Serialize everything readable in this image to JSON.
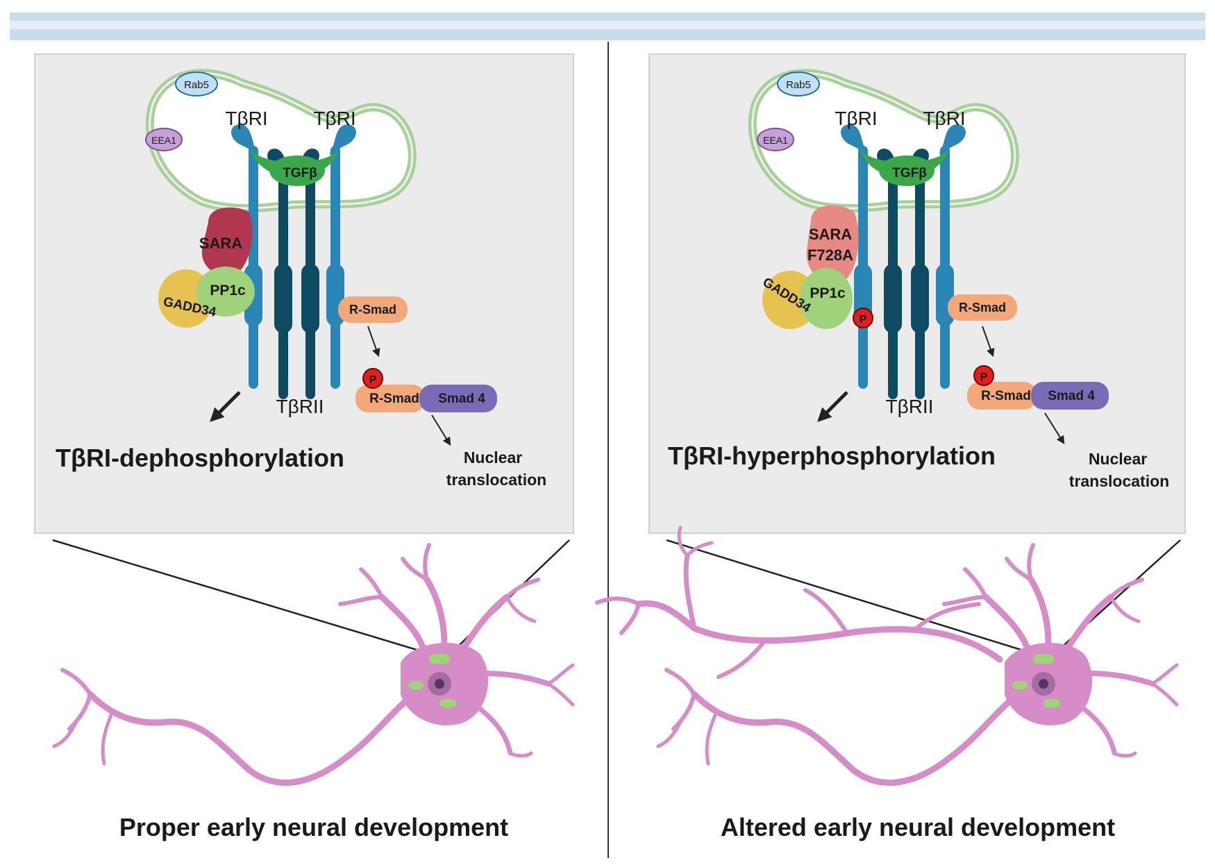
{
  "left_panel": {
    "rab5": "Rab5",
    "eea1": "EEA1",
    "receptor_left": "TβRI",
    "receptor_right": "TβRI",
    "ligand": "TGFβ",
    "sara": "SARA",
    "pp1c": "PP1c",
    "gadd34": "GADD34",
    "rsmad": "R-Smad",
    "phospho": "P",
    "rsmad_complex": "R-Smad",
    "smad4": "Smad 4",
    "receptor_type2": "TβRII",
    "outcome": "TβRI-dephosphorylation",
    "nuclear_1": "Nuclear",
    "nuclear_2": "translocation",
    "caption": "Proper early neural development"
  },
  "right_panel": {
    "rab5": "Rab5",
    "eea1": "EEA1",
    "receptor_left": "TβRI",
    "receptor_right": "TβRI",
    "ligand": "TGFβ",
    "sara_1": "SARA",
    "sara_2": "F728A",
    "pp1c": "PP1c",
    "gadd34": "GADD34",
    "receptor_phospho": "P",
    "rsmad": "R-Smad",
    "phospho": "P",
    "rsmad_complex": "R-Smad",
    "smad4": "Smad 4",
    "receptor_type2": "TβRII",
    "outcome": "TβRI-hyperphosphorylation",
    "nuclear_1": "Nuclear",
    "nuclear_2": "translocation",
    "caption": "Altered early neural development"
  },
  "colors": {
    "band": "#c9dcea",
    "panel_bg": "#ebebeb",
    "membrane": "#a9cf9c",
    "receptor_light": "#2a86b5",
    "receptor_dark": "#0f4a63",
    "tgfb": "#3aa84a",
    "sara": "#b0374f",
    "sara_mutant": "#e88a84",
    "pp1c": "#9fd27a",
    "gadd34": "#e6c250",
    "rsmad": "#f2a878",
    "smad4": "#7b6bb6",
    "phospho": "#e01f1f",
    "neuron": "#d68cc7",
    "rab5": "#bfe0f5",
    "eea1": "#c7a0d8"
  }
}
